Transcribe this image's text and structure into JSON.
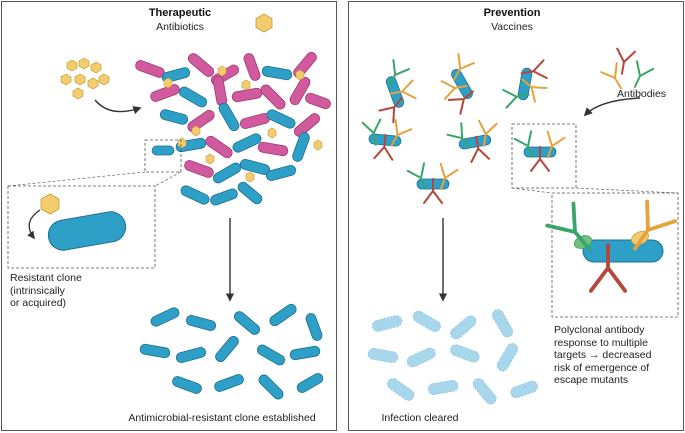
{
  "left_panel": {
    "title": "Therapeutic",
    "subtitle": "Antibiotics",
    "inset_caption": [
      "Resistant clone",
      "(intrinsically",
      "or acquired)"
    ],
    "result_caption": "Antimicrobial-resistant clone established"
  },
  "right_panel": {
    "title": "Prevention",
    "subtitle": "Vaccines",
    "antibodies_label": "Antibodies",
    "inset_caption": [
      "Polyclonal antibody",
      "response to multiple",
      "targets → decreased",
      "risk of emergence of",
      "escape mutants"
    ],
    "result_caption": "Infection cleared"
  },
  "colors": {
    "bacterium_blue": "#2e9fc6",
    "bacterium_pink": "#d15a9e",
    "antibiotic_yellow": "#f3cc6e",
    "cleared_blue": "#a8d7ec",
    "antibody_green": "#3aa56b",
    "antibody_orange": "#e6a23c",
    "antibody_red": "#b5463c"
  },
  "icons": [
    "antibiotic-hexagon-icon",
    "bacterium-icon",
    "antibody-icon",
    "arrow-icon"
  ]
}
